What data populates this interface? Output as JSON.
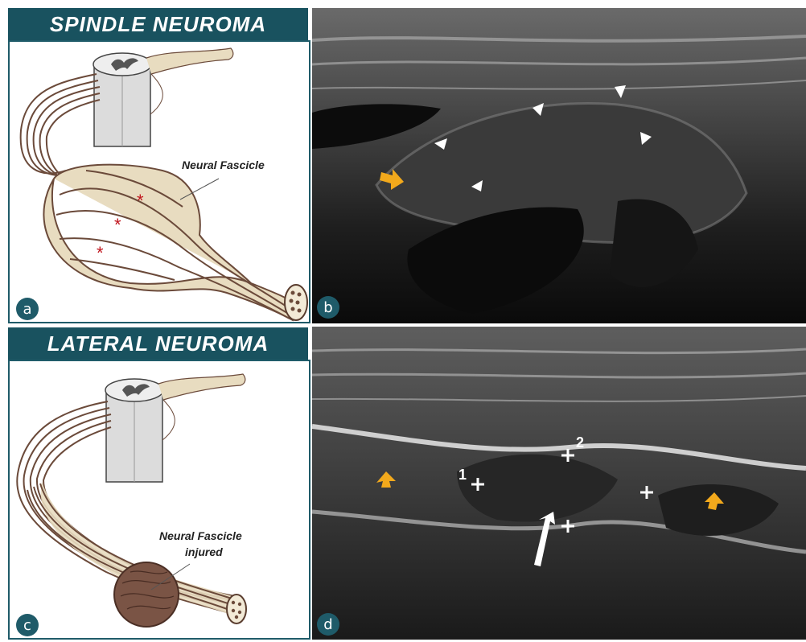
{
  "panels": {
    "a": {
      "title": "SPINDLE NEUROMA",
      "letter": "a",
      "label": "Neural Fascicle",
      "marker": "*"
    },
    "b": {
      "letter": "b"
    },
    "c": {
      "title": "LATERAL NEUROMA",
      "letter": "c",
      "label_line1": "Neural Fascicle",
      "label_line2": "injured"
    },
    "d": {
      "letter": "d",
      "caliper_1": "1",
      "caliper_2": "2"
    }
  },
  "colors": {
    "banner": "#19525f",
    "nerve_fill": "#e8dcc0",
    "fascicle_line": "#6b4a3a",
    "asterisk": "#c0141c",
    "arrow_yellow": "#f2a91c",
    "arrow_white": "#ffffff"
  }
}
